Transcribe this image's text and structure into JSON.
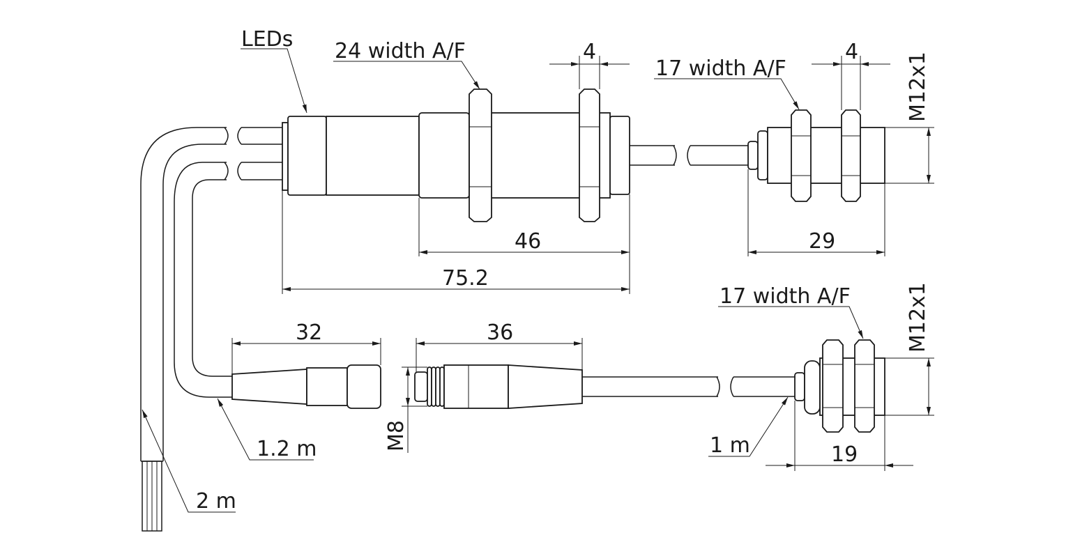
{
  "labels": {
    "leds": "LEDs",
    "af24": "24 width A/F",
    "af17_top": "17 width A/F",
    "af17_bottom": "17 width A/F",
    "dim_4_left": "4",
    "dim_4_right": "4",
    "thread_top": "M12x1",
    "thread_bottom": "M12x1",
    "dim_46": "46",
    "dim_29": "29",
    "dim_75_2": "75.2",
    "dim_32": "32",
    "dim_36": "36",
    "thread_m8": "M8",
    "cable_1_2m": "1.2 m",
    "cable_2m": "2 m",
    "cable_1m": "1 m",
    "dim_19": "19"
  }
}
